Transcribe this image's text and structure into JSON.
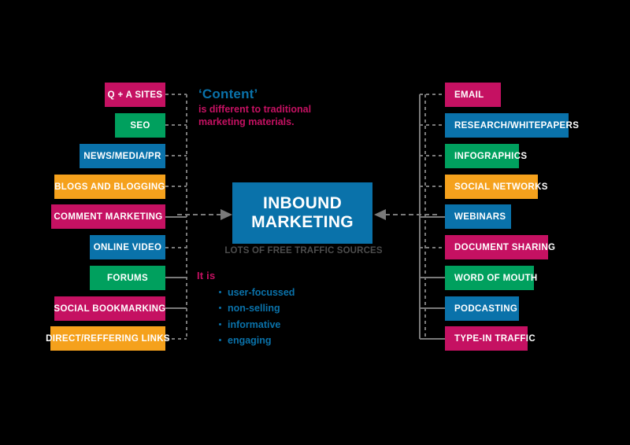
{
  "diagram": {
    "title": "Inbound Marketing channels diagram",
    "hub": {
      "line1": "INBOUND",
      "line2": "MARKETING",
      "subtitle": "LOTS OF FREE TRAFFIC SOURCES",
      "color": "#0a72aa"
    },
    "colors": {
      "pink": "#c51162",
      "green": "#00a05e",
      "blue": "#0a72aa",
      "orange": "#f5a11c",
      "wire": "#7a7a7a",
      "subtitle_text": "#4d4d4d",
      "background": "#000000"
    },
    "left_column": [
      {
        "label": "Q + A SITES",
        "color": "pink"
      },
      {
        "label": "SEO",
        "color": "green"
      },
      {
        "label": "NEWS/MEDIA/PR",
        "color": "blue"
      },
      {
        "label": "BLOGS AND BLOGGING",
        "color": "orange"
      },
      {
        "label": "COMMENT MARKETING",
        "color": "pink"
      },
      {
        "label": "ONLINE VIDEO",
        "color": "blue"
      },
      {
        "label": "FORUMS",
        "color": "green"
      },
      {
        "label": "SOCIAL BOOKMARKING",
        "color": "pink"
      },
      {
        "label": "DIRECT/REFFERING LINKS",
        "color": "orange"
      }
    ],
    "right_column": [
      {
        "label": "EMAIL",
        "color": "pink"
      },
      {
        "label": "RESEARCH/WHITEPAPERS",
        "color": "blue"
      },
      {
        "label": "INFOGRAPHICS",
        "color": "green"
      },
      {
        "label": "SOCIAL NETWORKS",
        "color": "orange"
      },
      {
        "label": "WEBINARS",
        "color": "blue"
      },
      {
        "label": "DOCUMENT SHARING",
        "color": "pink"
      },
      {
        "label": "WORD OF MOUTH",
        "color": "green"
      },
      {
        "label": "PODCASTING",
        "color": "blue"
      },
      {
        "label": "TYPE-IN TRAFFIC",
        "color": "pink"
      }
    ],
    "content_note": {
      "headline": "‘Content’",
      "body": "is different to traditional marketing materials."
    },
    "itis_note": {
      "headline": "It is",
      "bullets": [
        "user-focussed",
        "non-selling",
        "informative",
        "engaging"
      ]
    }
  }
}
